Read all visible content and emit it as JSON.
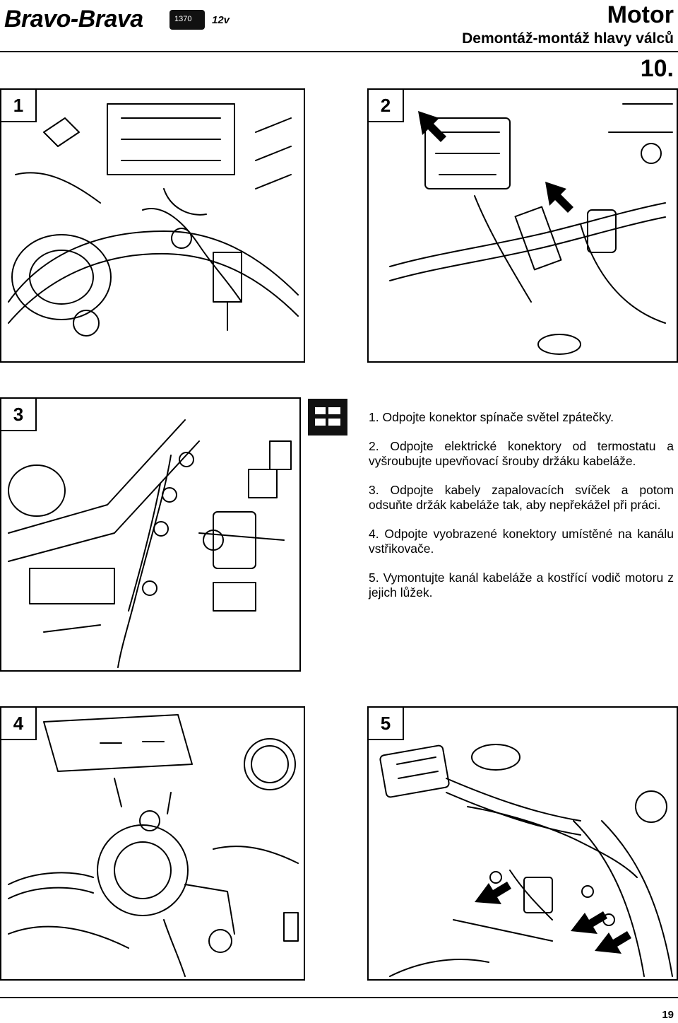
{
  "header": {
    "brand": "Bravo-Brava",
    "engine": "1370",
    "valves": "12v",
    "chapter": "Motor",
    "subtitle": "Demontáž-montáž hlavy válců",
    "section": "10."
  },
  "figures": [
    {
      "label": "1"
    },
    {
      "label": "2"
    },
    {
      "label": "3"
    },
    {
      "label": "4"
    },
    {
      "label": "5"
    }
  ],
  "steps": [
    "1. Odpojte konektor spínače světel zpátečky.",
    "2. Odpojte elektrické konektory od termostatu a vyšroubujte upevňovací šrouby držáku kabeláže.",
    "3. Odpojte kabely zapalovacích svíček a potom odsuňte držák kabeláže tak, aby nepřekážel při práci.",
    "4. Odpojte vyobrazené konektory umístěné na kanálu vstřikovače.",
    "5. Vymontujte kanál kabeláže a kostřící vodič motoru z jejich lůžek."
  ],
  "footer": {
    "page_number": "19"
  }
}
